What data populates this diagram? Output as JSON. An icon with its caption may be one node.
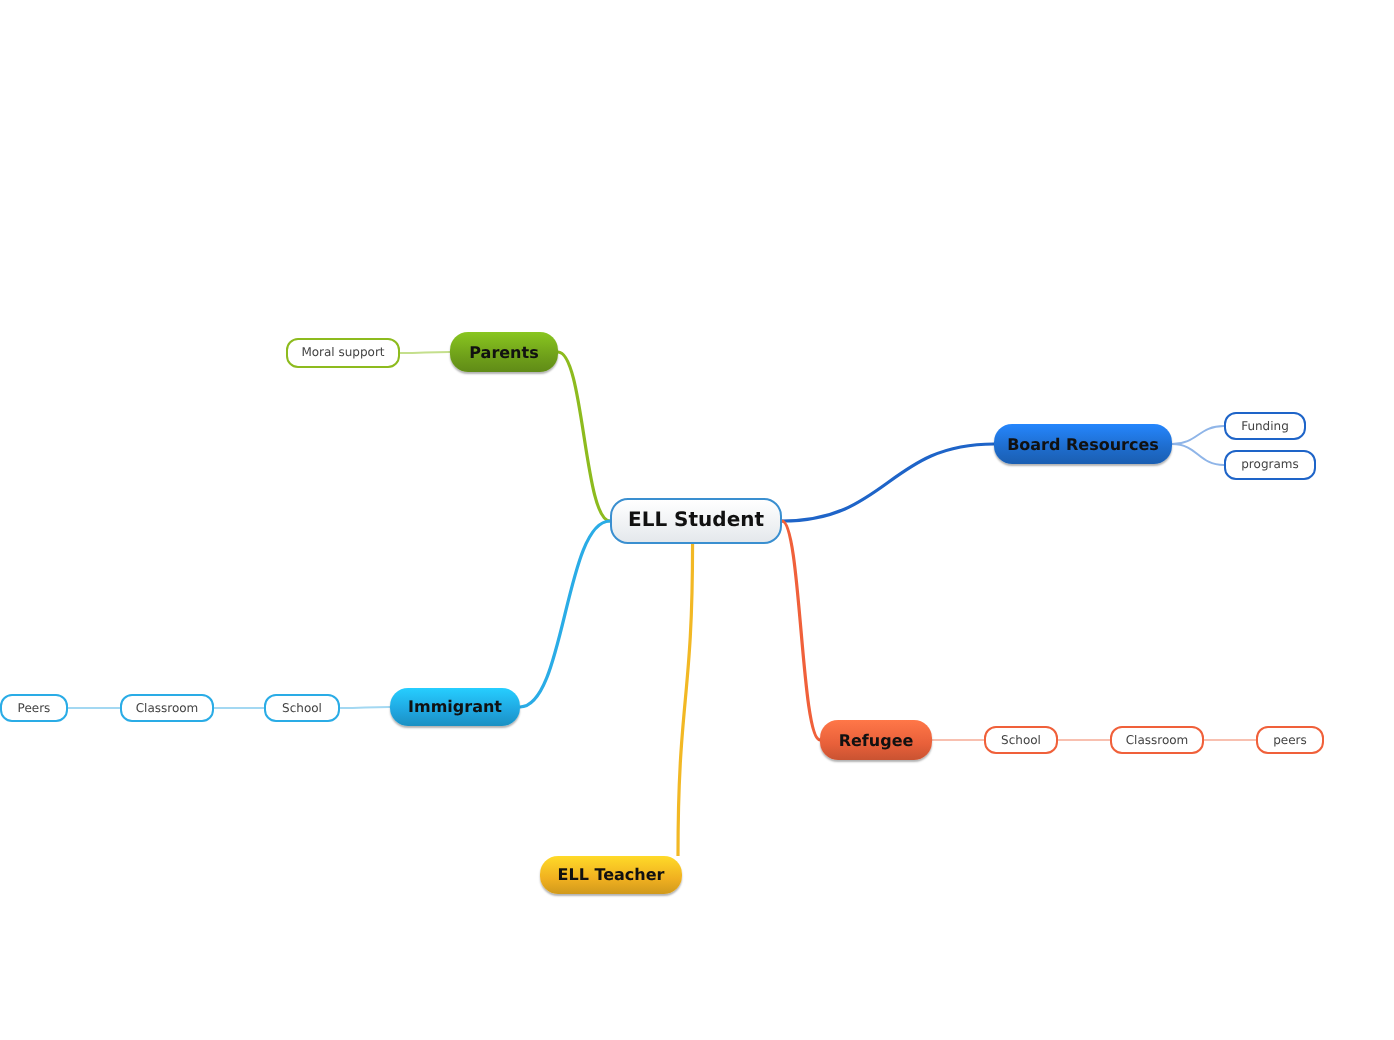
{
  "diagram": {
    "nodes": [
      {
        "text": [
          "ELL Student"
        ]
      },
      {
        "text": [
          "Parents"
        ]
      },
      {
        "text": [
          "Moral support"
        ]
      },
      {
        "text": [
          "Board Resources"
        ]
      },
      {
        "text": [
          "Funding"
        ]
      },
      {
        "text": [
          "programs"
        ]
      },
      {
        "text": [
          "Immigrant"
        ]
      },
      {
        "text": [
          "School"
        ]
      },
      {
        "text": [
          "Classroom"
        ]
      },
      {
        "text": [
          "Peers"
        ]
      },
      {
        "text": [
          "Refugee"
        ]
      },
      {
        "text": [
          "School"
        ]
      },
      {
        "text": [
          "Classroom"
        ]
      },
      {
        "text": [
          "peers"
        ]
      },
      {
        "text": [
          "ELL Teacher"
        ]
      }
    ],
    "edges": [
      {
        "from": 0,
        "to": 1,
        "arrow": "none",
        "color": "#8dbb1e"
      },
      {
        "from": 1,
        "to": 2,
        "arrow": "none",
        "color": "#c4df8c"
      },
      {
        "from": 0,
        "to": 3,
        "arrow": "none",
        "color": "#1e64c8"
      },
      {
        "from": 3,
        "to": 4,
        "arrow": "none",
        "color": "#8fb5e8"
      },
      {
        "from": 3,
        "to": 5,
        "arrow": "none",
        "color": "#8fb5e8"
      },
      {
        "from": 0,
        "to": 6,
        "arrow": "none",
        "color": "#2aace6"
      },
      {
        "from": 6,
        "to": 7,
        "arrow": "none",
        "color": "#a3d8f2"
      },
      {
        "from": 7,
        "to": 8,
        "arrow": "none",
        "color": "#a3d8f2"
      },
      {
        "from": 8,
        "to": 9,
        "arrow": "none",
        "color": "#a3d8f2"
      },
      {
        "from": 0,
        "to": 10,
        "arrow": "none",
        "color": "#f0603a"
      },
      {
        "from": 10,
        "to": 11,
        "arrow": "none",
        "color": "#f8c0b0"
      },
      {
        "from": 11,
        "to": 12,
        "arrow": "none",
        "color": "#f8c0b0"
      },
      {
        "from": 12,
        "to": 13,
        "arrow": "none",
        "color": "#f8c0b0"
      },
      {
        "from": 0,
        "to": 14,
        "arrow": "none",
        "color": "#f2b824"
      }
    ]
  }
}
